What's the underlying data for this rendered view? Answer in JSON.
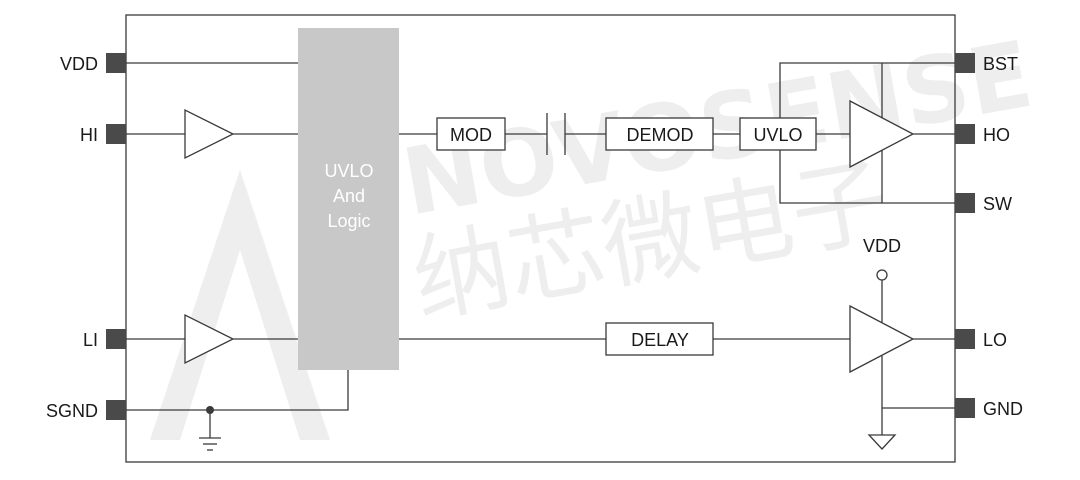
{
  "colors": {
    "logic_block": "#c8c8c8",
    "pin": "#4a4a4a",
    "line": "#3a3a3a",
    "watermark": "#000000"
  },
  "watermark": {
    "latin": "NOVOSENSE",
    "chinese": "纳芯微电子"
  },
  "pins": {
    "left": [
      "VDD",
      "HI",
      "LI",
      "SGND"
    ],
    "right": [
      "BST",
      "HO",
      "SW",
      "LO",
      "GND"
    ]
  },
  "logic_block": {
    "line1": "UVLO",
    "line2": "And",
    "line3": "Logic"
  },
  "blocks": {
    "mod": "MOD",
    "demod": "DEMOD",
    "uvlo": "UVLO",
    "delay": "DELAY"
  },
  "supply_label": "VDD"
}
